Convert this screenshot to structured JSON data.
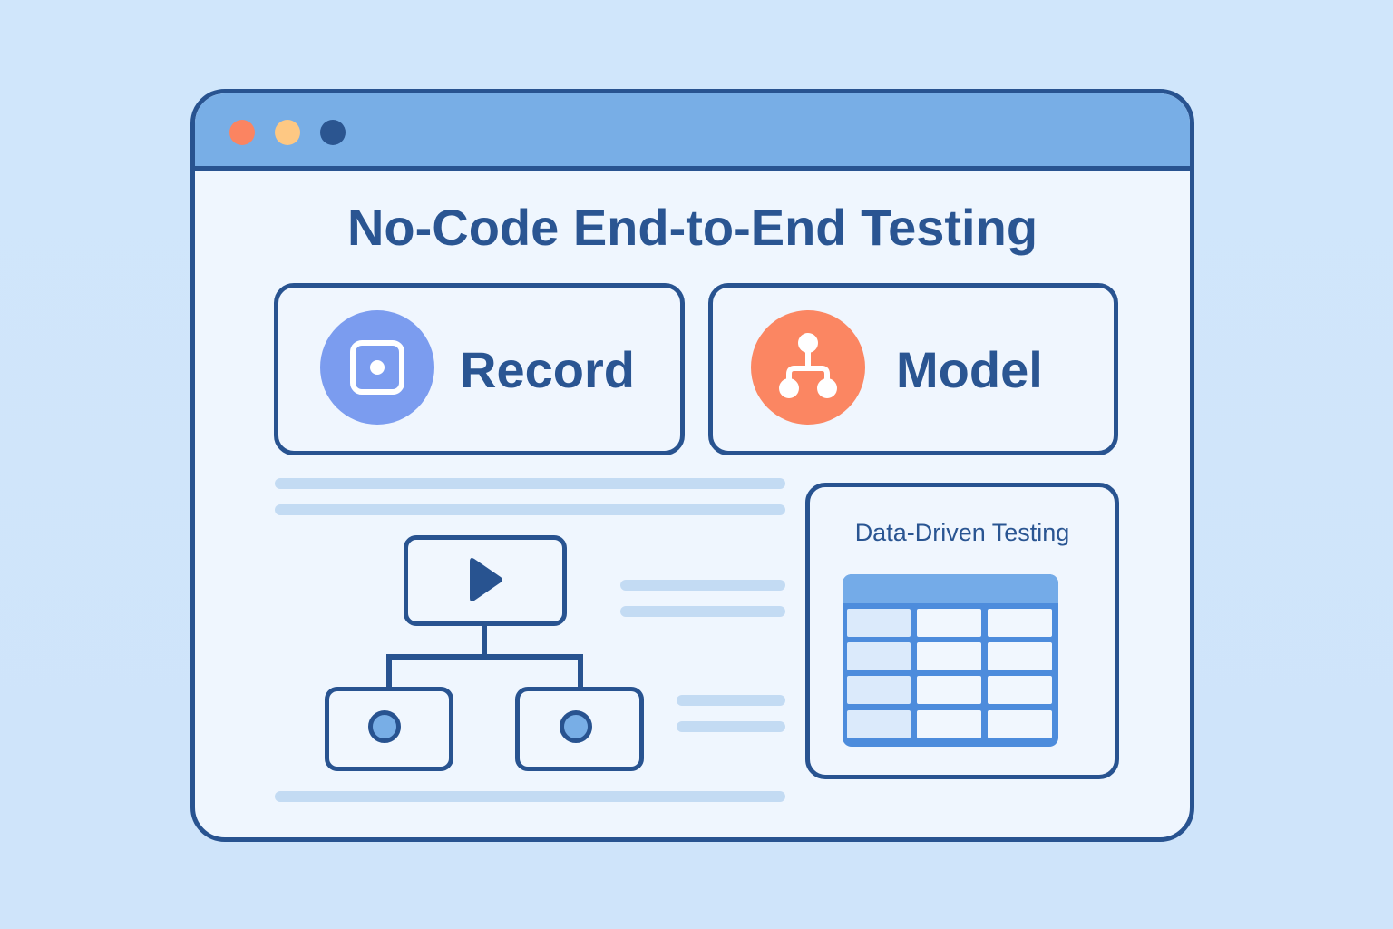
{
  "window": {
    "controls": [
      {
        "name": "close",
        "color": "#fb8461"
      },
      {
        "name": "minimize",
        "color": "#fec883"
      },
      {
        "name": "maximize",
        "color": "#2b5590"
      }
    ],
    "titlebar_color": "#78aee6",
    "frame_color": "#285390"
  },
  "page": {
    "title": "No-Code End-to-End Testing"
  },
  "cards": {
    "record": {
      "label": "Record",
      "icon": "record-icon",
      "icon_color": "#7b9cef"
    },
    "model": {
      "label": "Model",
      "icon": "hierarchy-icon",
      "icon_color": "#fb8662"
    }
  },
  "flow_diagram": {
    "root": {
      "icon": "play-icon"
    },
    "children": [
      {
        "icon": "circle-dot-icon"
      },
      {
        "icon": "circle-dot-icon"
      }
    ]
  },
  "data_driven": {
    "title": "Data-Driven Testing",
    "table": {
      "columns": 3,
      "rows": 4
    }
  },
  "colors": {
    "background": "#cfe5fb",
    "primary_text": "#2a5592",
    "placeholder_bar": "#c3dbf3",
    "table_accent": "#4d8cdc"
  }
}
